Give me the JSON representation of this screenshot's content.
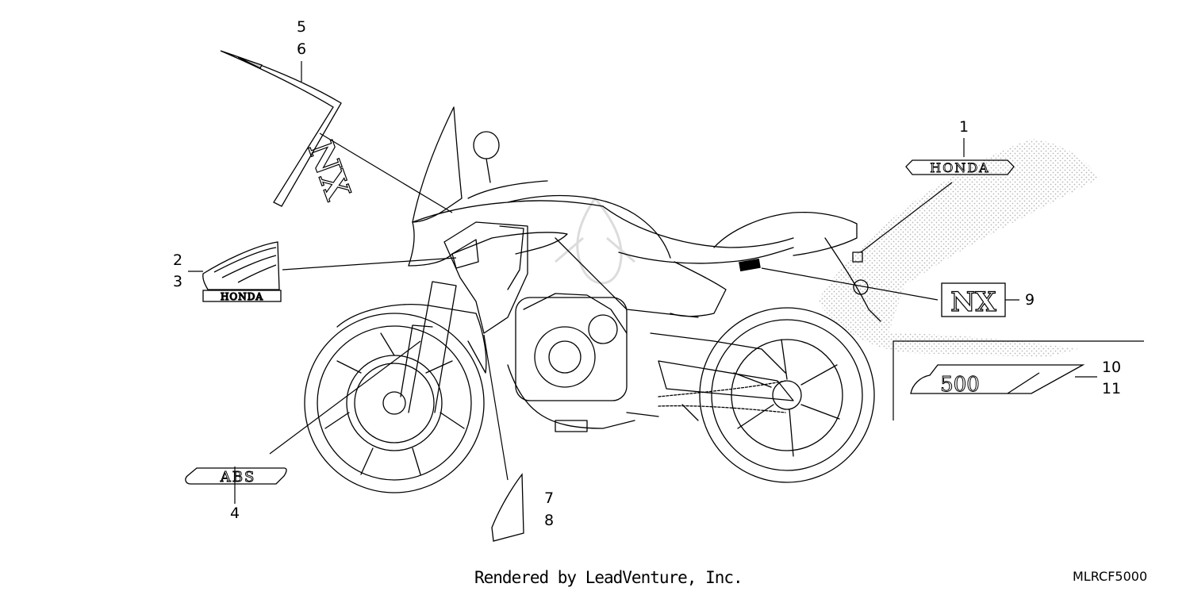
{
  "callouts": {
    "c1": "1",
    "c2": "2",
    "c3": "3",
    "c4": "4",
    "c5": "5",
    "c6": "6",
    "c7": "7",
    "c8": "8",
    "c9": "9",
    "c10": "10",
    "c11": "11"
  },
  "decals": {
    "honda_tank_text": "HONDA",
    "honda_wing_text": "HONDA",
    "nx_text": "NX",
    "nx_vertical_text": "NX",
    "model_500_text": "500",
    "abs_text": "ABS"
  },
  "footer": {
    "credit": "Rendered by LeadVenture, Inc.",
    "diagram_code": "MLRCF5000"
  },
  "colors": {
    "line": "#000000",
    "background": "#ffffff",
    "stipple": "#bdbdbd",
    "watermark": "#dddddd"
  }
}
